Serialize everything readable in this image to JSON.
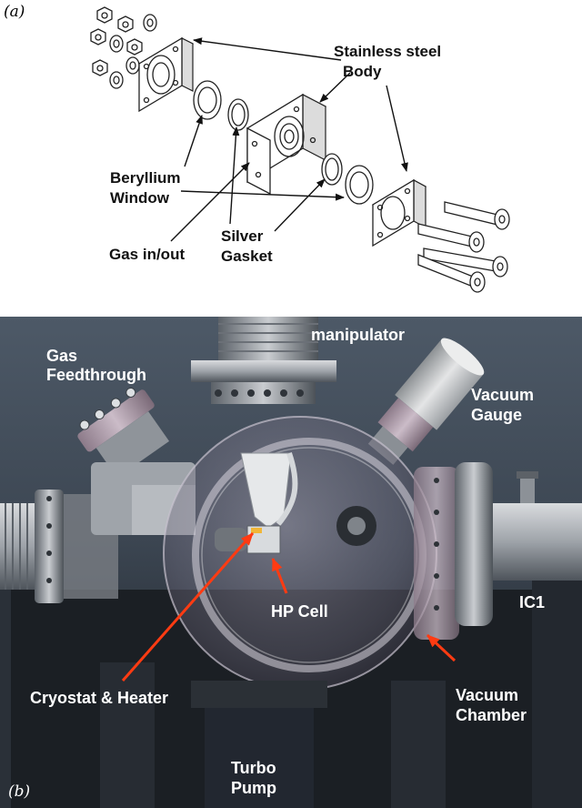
{
  "panel_a": {
    "letter": "(a)",
    "labels": {
      "body": "Stainless steel",
      "body2": "Body",
      "window": "Beryllium",
      "window2": "Window",
      "gas": "Gas in/out",
      "gasket": "Silver",
      "gasket2": "Gasket"
    }
  },
  "panel_b": {
    "letter": "(b)",
    "labels": {
      "manipulator": "manipulator",
      "feed": "Gas",
      "feed2": "Feedthrough",
      "gauge": "Vacuum",
      "gauge2": "Gauge",
      "hpcell": "HP Cell",
      "ic1": "IC1",
      "cryo": "Cryostat & Heater",
      "chamber": "Vacuum",
      "chamber2": "Chamber",
      "turbo": "Turbo",
      "turbo2": "Pump"
    }
  },
  "colors": {
    "arrow_a": "#111111",
    "arrow_b": "#ff3b12",
    "background_b": "#4a5563"
  }
}
